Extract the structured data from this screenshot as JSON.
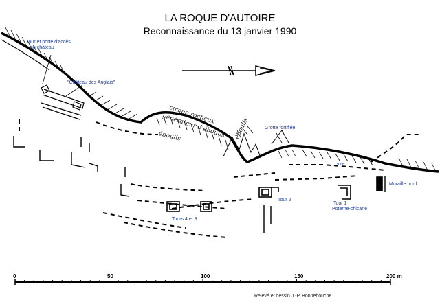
{
  "header": {
    "title": "LA ROQUE D'AUTOIRE",
    "subtitle": "Reconnaissance du 13 janvier 1990"
  },
  "labels": {
    "tour_porte_1": "Tour et porte d'accès",
    "tour_porte_2": "au château",
    "chateau": "\"Château des Anglais\"",
    "grotte": "Grotte fortifiée",
    "vire": "vire",
    "muraille": "Muraille nord",
    "tour2": "Tour 2",
    "tour1_1": "Tour 1",
    "tour1_2": "Poterne-chicane",
    "tours34": "Tours 4 et 3"
  },
  "handwriting": {
    "cirque_1": "cirque rocheux",
    "cirque_2": "générateur d'éboulis",
    "eboulis_1": "éboulis",
    "eboulis_2": "éboulis"
  },
  "scale": {
    "ticks": [
      "0",
      "50",
      "100",
      "150",
      "200 m"
    ]
  },
  "credit": "Relevé et dessin J.-P. Bonnebouche",
  "north_symbol": "N"
}
